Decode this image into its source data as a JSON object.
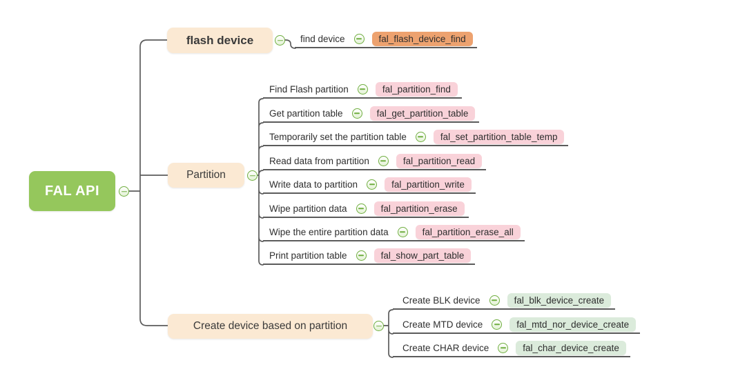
{
  "diagram": {
    "root": {
      "label": "FAL API"
    },
    "branches": [
      {
        "label": "flash device",
        "children": [
          {
            "label": "find device",
            "api": "fal_flash_device_find"
          }
        ]
      },
      {
        "label": "Partition",
        "children": [
          {
            "label": "Find Flash partition",
            "api": "fal_partition_find"
          },
          {
            "label": "Get partition table",
            "api": "fal_get_partition_table"
          },
          {
            "label": "Temporarily set the partition table",
            "api": "fal_set_partition_table_temp"
          },
          {
            "label": "Read data from partition",
            "api": "fal_partition_read"
          },
          {
            "label": "Write data to partition",
            "api": "fal_partition_write"
          },
          {
            "label": "Wipe partition data",
            "api": "fal_partition_erase"
          },
          {
            "label": "Wipe the entire partition data",
            "api": "fal_partition_erase_all"
          },
          {
            "label": "Print partition table",
            "api": "fal_show_part_table"
          }
        ]
      },
      {
        "label": "Create device based on partition",
        "children": [
          {
            "label": "Create BLK device",
            "api": "fal_blk_device_create"
          },
          {
            "label": "Create MTD device",
            "api": "fal_mtd_nor_device_create"
          },
          {
            "label": "Create CHAR device",
            "api": "fal_char_device_create"
          }
        ]
      }
    ],
    "colors": {
      "root_node": "#95C75C",
      "branch_node": "#FBE9D3",
      "leaf_flash": "#EDA26F",
      "leaf_partition": "#F9D2D9",
      "leaf_create": "#DBEBDB",
      "collapse_icon": "#6FAE3F",
      "connector_line": "#5b5b5b"
    },
    "icons": {
      "collapse": "minus-circle"
    }
  }
}
